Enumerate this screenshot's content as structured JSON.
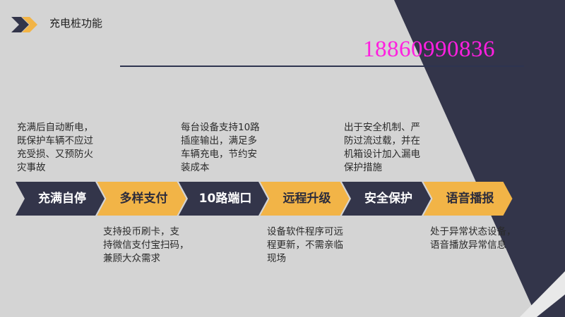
{
  "slide": {
    "title": "充电桩功能",
    "phone": "18860990836",
    "colors": {
      "background": "#d4d4d4",
      "navy": "#33354a",
      "gold": "#f2b447",
      "phone": "#ff1fe0"
    },
    "icons": [
      "double-chevron-right-icon"
    ],
    "steps": [
      {
        "label": "充满自停",
        "style": "dark",
        "description": "充满后自动断电，\n既保护车辆不应过\n充受损、又预防火\n灾事故",
        "desc_position": "top"
      },
      {
        "label": "多样支付",
        "style": "gold",
        "description": "支持投币刷卡，支\n持微信支付宝扫码，\n兼顾大众需求",
        "desc_position": "bottom"
      },
      {
        "label": "10路端口",
        "style": "dark",
        "description": "每台设备支持10路\n插座输出，满足多\n车辆充电，节约安\n装成本",
        "desc_position": "top"
      },
      {
        "label": "远程升级",
        "style": "gold",
        "description": "设备软件程序可远\n程更新，不需亲临\n现场",
        "desc_position": "bottom"
      },
      {
        "label": "安全保护",
        "style": "dark",
        "description": "出于安全机制、严\n防过流过载，并在\n机箱设计加入漏电\n保护措施",
        "desc_position": "top"
      },
      {
        "label": "语音播报",
        "style": "gold",
        "description": "处于异常状态设备，\n语音播放异常信息",
        "desc_position": "bottom"
      }
    ]
  }
}
